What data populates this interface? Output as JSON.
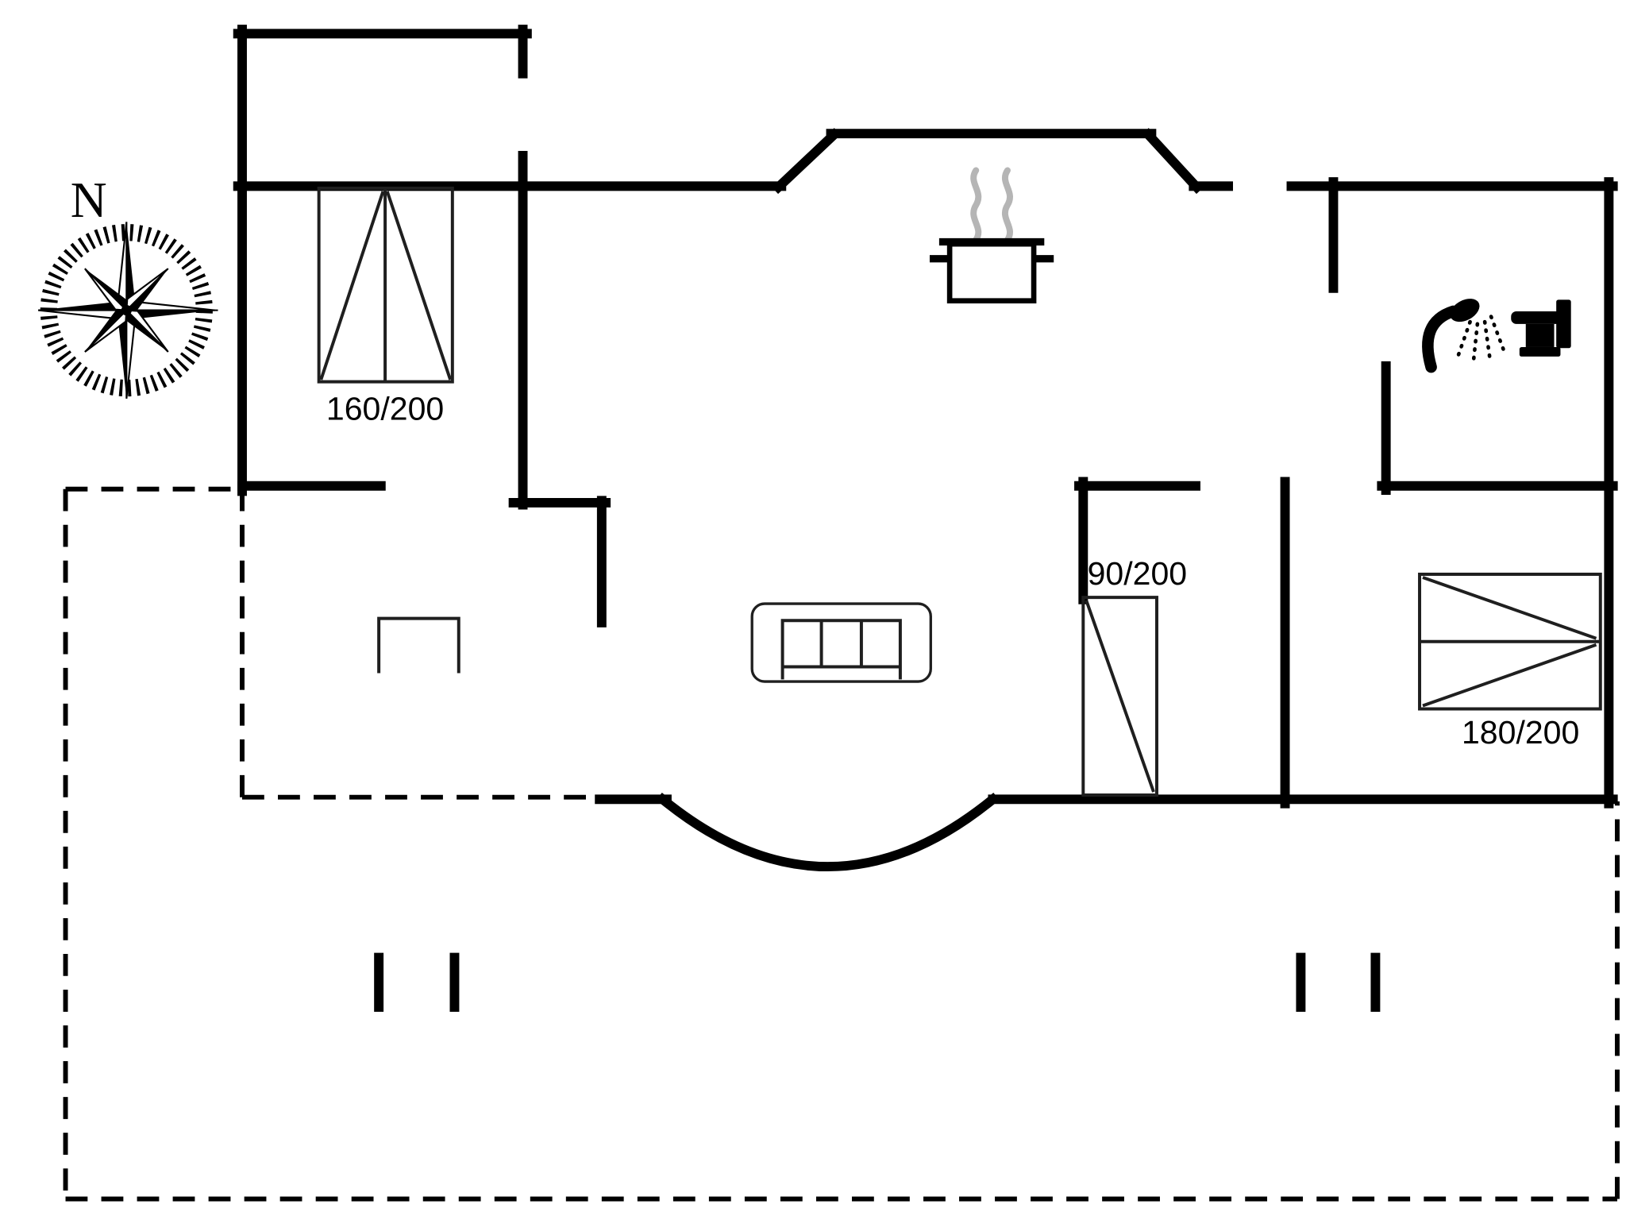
{
  "floor_plan": {
    "compass": {
      "north_label": "N"
    },
    "beds": {
      "double_bed_160": {
        "size_label": "160/200"
      },
      "single_bed_90": {
        "size_label": "90/200"
      },
      "double_bed_180": {
        "size_label": "180/200"
      }
    },
    "icons": {
      "compass": "compass-rose-icon",
      "cooking_pot": "cooking-pot-icon",
      "steam": "steam-icon",
      "shower": "shower-icon",
      "toilet": "toilet-icon",
      "sofa": "sofa-icon",
      "fireplace": "fireplace-icon",
      "terrace_posts": "terrace-post-icon"
    },
    "colors": {
      "wall": "#000000",
      "furniture_outline": "#1f1f1f",
      "steam_gray": "#b5b5b5",
      "background": "#ffffff",
      "label_text": "#000000"
    }
  }
}
